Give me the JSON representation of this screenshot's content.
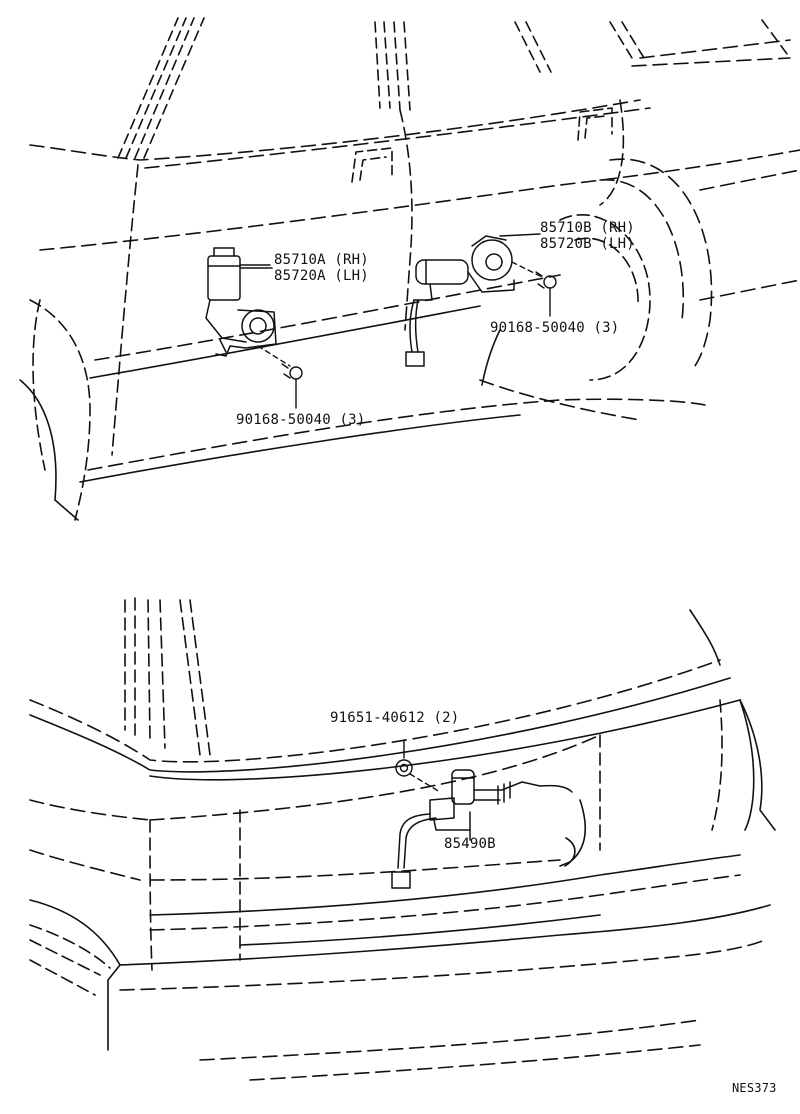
{
  "labels": {
    "front_motor_rh": "85710A (RH)",
    "front_motor_lh": "85720A (LH)",
    "front_screw": "90168-50040 (3)",
    "rear_motor_rh": "85710B (RH)",
    "rear_motor_lh": "85720B (LH)",
    "rear_screw": "90168-50040 (3)",
    "tail_nut": "91651-40612 (2)",
    "tail_motor": "85490B"
  },
  "figure_code": "NES373"
}
